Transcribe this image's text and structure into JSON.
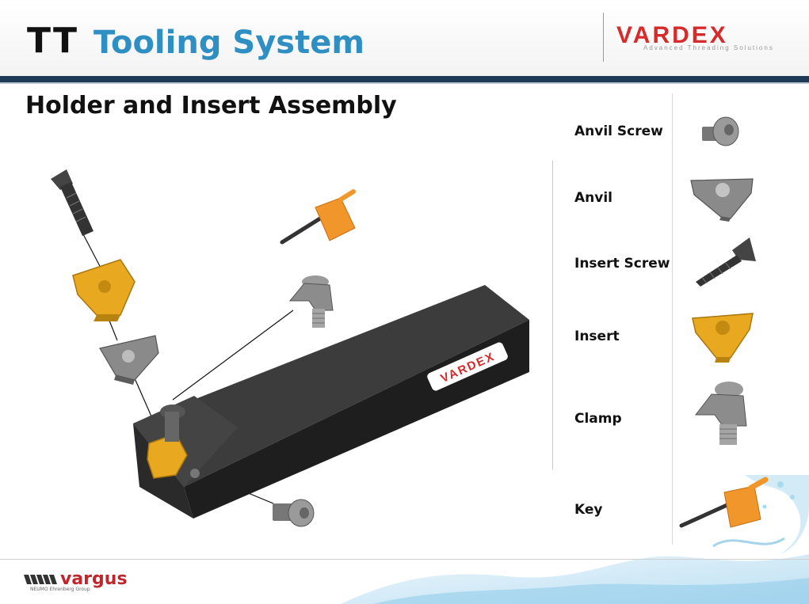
{
  "header": {
    "tt": "TT",
    "title": "Tooling System",
    "brand": {
      "name": "VARDEX",
      "tagline": "Advanced Threading Solutions"
    }
  },
  "heading": "Holder and Insert Assembly",
  "holder_brand": "VARDEX",
  "legend": [
    {
      "label": "Anvil Screw",
      "icon": "anvil-screw-icon"
    },
    {
      "label": "Anvil",
      "icon": "anvil-icon"
    },
    {
      "label": "Insert Screw",
      "icon": "insert-screw-icon"
    },
    {
      "label": "Insert",
      "icon": "insert-icon"
    },
    {
      "label": "Clamp",
      "icon": "clamp-icon"
    },
    {
      "label": "Key",
      "icon": "key-icon"
    }
  ],
  "footer": {
    "logo": "vargus",
    "sub": "NEUMO Ehrenberg Group"
  },
  "colors": {
    "title_blue": "#2f8fc2",
    "brand_red": "#d62b2b",
    "band_navy": "#1d3a57",
    "insert_gold": "#e8a820",
    "key_orange": "#f0962a",
    "holder_black": "#2b2b2b"
  }
}
